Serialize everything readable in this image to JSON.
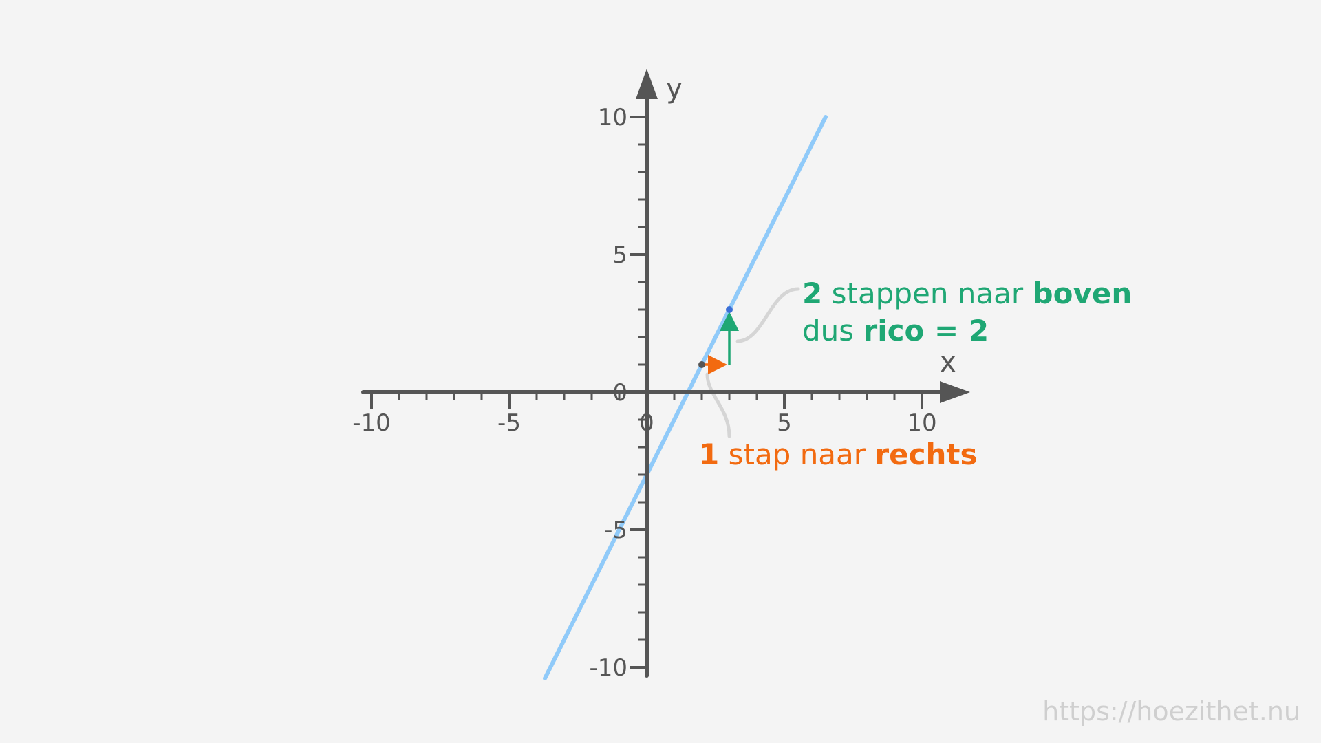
{
  "chart_data": {
    "type": "line",
    "xlabel": "x",
    "ylabel": "y",
    "xlim": [
      -10,
      10
    ],
    "ylim": [
      -10,
      10
    ],
    "x_ticks": [
      -10,
      -5,
      0,
      5,
      10
    ],
    "y_ticks": [
      -10,
      -5,
      0,
      5,
      10
    ],
    "x_tick_labels": [
      "-10",
      "-5",
      "0",
      "5",
      "10"
    ],
    "y_tick_labels": [
      "-10",
      "-5",
      "0",
      "5",
      "10"
    ],
    "series": [
      {
        "color": "#90caf9",
        "x": [
          -3.7,
          6.5
        ],
        "y": [
          -10.4,
          10.0
        ]
      }
    ],
    "points": [
      {
        "x": 2,
        "y": 1,
        "color": "#555555"
      },
      {
        "x": 3,
        "y": 3,
        "color": "#3b6fd6"
      }
    ],
    "arrows": [
      {
        "from": [
          2,
          1
        ],
        "to": [
          3,
          1
        ],
        "color": "#f26a10"
      },
      {
        "from": [
          3,
          1
        ],
        "to": [
          3,
          3
        ],
        "color": "#1fa774"
      }
    ]
  },
  "annotations": {
    "up": {
      "line1": {
        "num": "2",
        "mid": "stappen naar",
        "word": "boven"
      },
      "line2": {
        "pre": "dus",
        "bold": "rico = 2"
      },
      "color": "#1fa774"
    },
    "right": {
      "num": "1",
      "mid": "stap naar",
      "word": "rechts",
      "color": "#f26a10"
    }
  },
  "watermark": "https://hoezithet.nu"
}
